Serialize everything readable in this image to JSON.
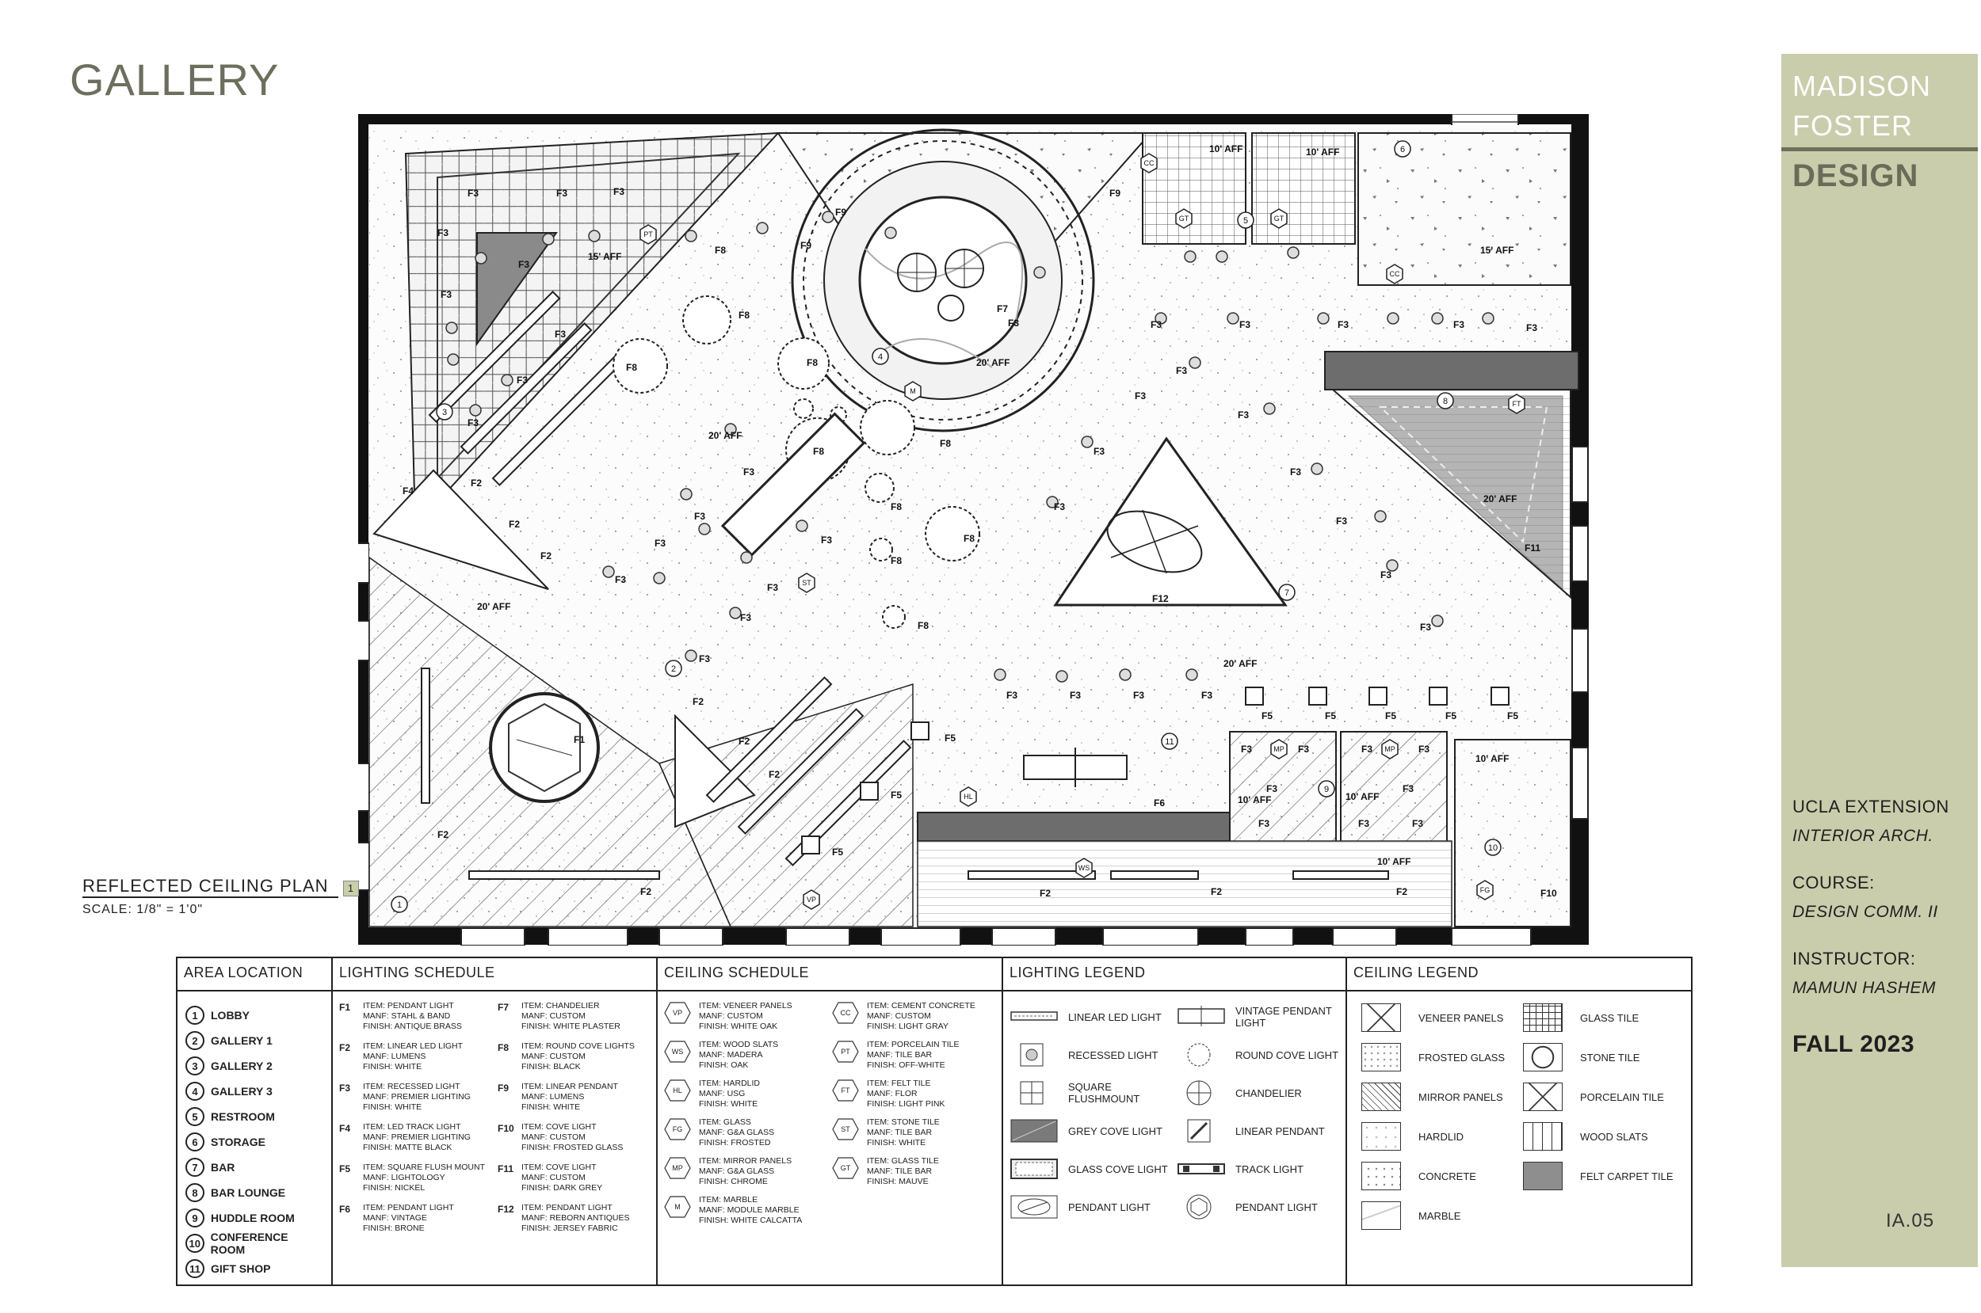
{
  "page": {
    "title": "GALLERY",
    "sheet_number": "IA.05",
    "plan_title": "REFLECTED CEILING PLAN",
    "plan_number": "1",
    "plan_scale": "SCALE: 1/8\" = 1'0\""
  },
  "sidebar": {
    "name_line1": "MADISON",
    "name_line2": "FOSTER",
    "design": "DESIGN",
    "school": "UCLA EXTENSION",
    "program": "INTERIOR ARCH.",
    "course_label": "COURSE:",
    "course": "DESIGN COMM. II",
    "instructor_label": "INSTRUCTOR:",
    "instructor": "MAMUN HASHEM",
    "term": "FALL 2023"
  },
  "colors": {
    "sidebar": "#c9cdab",
    "title": "#6e6e5e",
    "grey_cove": "#6d6d6d"
  },
  "plan_labels": {
    "aff_20": "20' AFF",
    "aff_15": "15' AFF",
    "aff_10": "10' AFF",
    "f1": "F1",
    "f2": "F2",
    "f3": "F3",
    "f4": "F4",
    "f5": "F5",
    "f6": "F6",
    "f7": "F7",
    "f8": "F8",
    "f9": "F9",
    "f10": "F10",
    "f11": "F11",
    "f12": "F12",
    "tags": [
      "PT",
      "CC",
      "GT",
      "M",
      "ST",
      "HL",
      "WS",
      "VP",
      "MP",
      "FT",
      "FG"
    ],
    "rooms": [
      "1",
      "2",
      "3",
      "4",
      "5",
      "6",
      "7",
      "8",
      "9",
      "10",
      "11"
    ]
  },
  "schedule": {
    "area_header": "AREA LOCATION",
    "lighting_header": "LIGHTING SCHEDULE",
    "ceiling_header": "CEILING SCHEDULE",
    "lighting_legend_header": "LIGHTING LEGEND",
    "ceiling_legend_header": "CEILING LEGEND",
    "areas": [
      {
        "num": "1",
        "name": "LOBBY"
      },
      {
        "num": "2",
        "name": "GALLERY 1"
      },
      {
        "num": "3",
        "name": "GALLERY 2"
      },
      {
        "num": "4",
        "name": "GALLERY 3"
      },
      {
        "num": "5",
        "name": "RESTROOM"
      },
      {
        "num": "6",
        "name": "STORAGE"
      },
      {
        "num": "7",
        "name": "BAR"
      },
      {
        "num": "8",
        "name": "BAR LOUNGE"
      },
      {
        "num": "9",
        "name": "HUDDLE ROOM"
      },
      {
        "num": "10",
        "name": "CONFERENCE ROOM"
      },
      {
        "num": "11",
        "name": "GIFT SHOP"
      }
    ],
    "lighting": [
      {
        "code": "F1",
        "item": "ITEM: PENDANT LIGHT",
        "manf": "MANF: STAHL & BAND",
        "finish": "FINISH: ANTIQUE BRASS"
      },
      {
        "code": "F7",
        "item": "ITEM: CHANDELIER",
        "manf": "MANF: CUSTOM",
        "finish": "FINISH: WHITE PLASTER"
      },
      {
        "code": "F2",
        "item": "ITEM: LINEAR LED LIGHT",
        "manf": "MANF: LUMENS",
        "finish": "FINISH: WHITE"
      },
      {
        "code": "F8",
        "item": "ITEM: ROUND COVE LIGHTS",
        "manf": "MANF: CUSTOM",
        "finish": "FINISH: BLACK"
      },
      {
        "code": "F3",
        "item": "ITEM: RECESSED LIGHT",
        "manf": "MANF: PREMIER LIGHTING",
        "finish": "FINISH: WHITE"
      },
      {
        "code": "F9",
        "item": "ITEM: LINEAR PENDANT",
        "manf": "MANF: LUMENS",
        "finish": "FINISH: WHITE"
      },
      {
        "code": "F4",
        "item": "ITEM: LED TRACK LIGHT",
        "manf": "MANF: PREMIER LIGHTING",
        "finish": "FINISH: MATTE BLACK"
      },
      {
        "code": "F10",
        "item": "ITEM: COVE LIGHT",
        "manf": "MANF: CUSTOM",
        "finish": "FINISH: FROSTED GLASS"
      },
      {
        "code": "F5",
        "item": "ITEM: SQUARE FLUSH MOUNT",
        "manf": "MANF: LIGHTOLOGY",
        "finish": "FINISH: NICKEL"
      },
      {
        "code": "F11",
        "item": "ITEM: COVE LIGHT",
        "manf": "MANF: CUSTOM",
        "finish": "FINISH: DARK GREY"
      },
      {
        "code": "F6",
        "item": "ITEM: PENDANT LIGHT",
        "manf": "MANF: VINTAGE",
        "finish": "FINISH: BRONE"
      },
      {
        "code": "F12",
        "item": "ITEM: PENDANT LIGHT",
        "manf": "MANF: REBORN ANTIQUES",
        "finish": "FINISH: JERSEY FABRIC"
      }
    ],
    "ceilings": [
      {
        "code": "VP",
        "item": "ITEM: VENEER PANELS",
        "manf": "MANF: CUSTOM",
        "finish": "FINISH: WHITE OAK"
      },
      {
        "code": "CC",
        "item": "ITEM: CEMENT CONCRETE",
        "manf": "MANF: CUSTOM",
        "finish": "FINISH: LIGHT GRAY"
      },
      {
        "code": "WS",
        "item": "ITEM: WOOD SLATS",
        "manf": "MANF: MADERA",
        "finish": "FINISH: OAK"
      },
      {
        "code": "PT",
        "item": "ITEM: PORCELAIN TILE",
        "manf": "MANF: TILE BAR",
        "finish": "FINISH: OFF-WHITE"
      },
      {
        "code": "HL",
        "item": "ITEM: HARDLID",
        "manf": "MANF: USG",
        "finish": "FINISH: WHITE"
      },
      {
        "code": "FT",
        "item": "ITEM: FELT TILE",
        "manf": "MANF: FLOR",
        "finish": "FINISH: LIGHT PINK"
      },
      {
        "code": "FG",
        "item": "ITEM: GLASS",
        "manf": "MANF: G&A GLASS",
        "finish": "FINISH: FROSTED"
      },
      {
        "code": "ST",
        "item": "ITEM: STONE TILE",
        "manf": "MANF: TILE BAR",
        "finish": "FINISH: WHITE"
      },
      {
        "code": "MP",
        "item": "ITEM: MIRROR PANELS",
        "manf": "MANF: G&A GLASS",
        "finish": "FINISH: CHROME"
      },
      {
        "code": "GT",
        "item": "ITEM: GLASS TILE",
        "manf": "MANF: TILE BAR",
        "finish": "FINISH: MAUVE"
      },
      {
        "code": "M",
        "item": "ITEM: MARBLE",
        "manf": "MANF: MODULE MARBLE",
        "finish": "FINISH: WHITE CALCATTA"
      }
    ],
    "lighting_legend": [
      {
        "label": "LINEAR LED LIGHT",
        "icon": "linear-led-icon"
      },
      {
        "label": "VINTAGE PENDANT LIGHT",
        "icon": "vintage-pendant-icon"
      },
      {
        "label": "RECESSED LIGHT",
        "icon": "recessed-light-icon"
      },
      {
        "label": "ROUND COVE LIGHT",
        "icon": "round-cove-icon"
      },
      {
        "label": "SQUARE FLUSHMOUNT",
        "icon": "square-flushmount-icon"
      },
      {
        "label": "CHANDELIER",
        "icon": "chandelier-icon"
      },
      {
        "label": "GREY COVE LIGHT",
        "icon": "grey-cove-icon"
      },
      {
        "label": "LINEAR PENDANT",
        "icon": "linear-pendant-icon"
      },
      {
        "label": "GLASS COVE LIGHT",
        "icon": "glass-cove-icon"
      },
      {
        "label": "TRACK LIGHT",
        "icon": "track-light-icon"
      },
      {
        "label": "PENDANT LIGHT",
        "icon": "pendant-light-icon"
      },
      {
        "label": "PENDANT LIGHT",
        "icon": "pendant-light-2-icon"
      }
    ],
    "ceiling_legend": [
      {
        "label": "VENEER PANELS",
        "icon": "veneer-panels-icon"
      },
      {
        "label": "GLASS TILE",
        "icon": "glass-tile-icon"
      },
      {
        "label": "FROSTED GLASS",
        "icon": "frosted-glass-icon"
      },
      {
        "label": "STONE TILE",
        "icon": "stone-tile-icon"
      },
      {
        "label": "MIRROR PANELS",
        "icon": "mirror-panels-icon"
      },
      {
        "label": "PORCELAIN TILE",
        "icon": "porcelain-tile-icon"
      },
      {
        "label": "HARDLID",
        "icon": "hardlid-icon"
      },
      {
        "label": "WOOD SLATS",
        "icon": "wood-slats-icon"
      },
      {
        "label": "CONCRETE",
        "icon": "concrete-icon"
      },
      {
        "label": "FELT CARPET TILE",
        "icon": "felt-carpet-icon"
      },
      {
        "label": "MARBLE",
        "icon": "marble-icon"
      }
    ]
  }
}
